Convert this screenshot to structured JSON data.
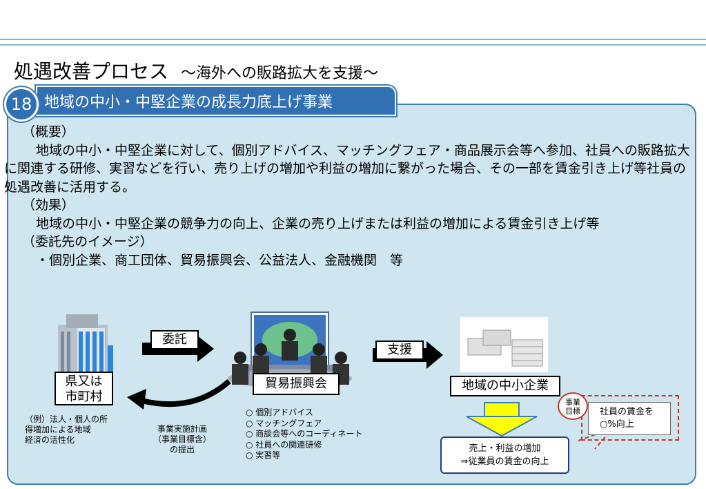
{
  "title": "処遇改善プロセス",
  "subtitle": "～海外への販路拡大を支援～",
  "section_number": "18",
  "section_title": "地域の中小・中堅企業の成長力底上げ事業",
  "overview_heading": "（概要）",
  "overview_text": "地域の中小・中堅企業に対して、個別アドバイス、マッチングフェア・商品展示会等へ参加、社員への販路拡大に関連する研修、実習などを行い、売り上げの増加や利益の増加に繋がった場合、その一部を賃金引き上げ等社員の処遇改善に活用する。",
  "effect_heading": "（効果）",
  "effect_text": "地域の中小・中堅企業の競争力の向上、企業の売り上げまたは利益の増加による賃金引き上げ等",
  "contractor_heading": "（委託先のイメージ）",
  "contractor_text": "・個別企業、商工団体、貿易振興会、公益法人、金融機関　等",
  "diagram": {
    "prefecture": "県又は\n市町村",
    "prefecture_note": "（例）法人・個人の所\n得増加による地域\n経済の活性化",
    "commission": "委託",
    "trade_org": "貿易振興会",
    "support": "支援",
    "sme": "地域の中小企業",
    "plan_note": "事業実施計画\n（事業目標含）\nの提出",
    "activities": [
      "○ 個別アドバイス",
      "○ マッチングフェア",
      "○ 商談会等へのコーディネート",
      "○ 社員への関連研修",
      "○ 実習等"
    ],
    "result": "売上・利益の増加\n⇒従業員の賃金の向上",
    "goal_badge": "事業\n目標",
    "goal_text": "社員の賃金を\n○%向上"
  }
}
